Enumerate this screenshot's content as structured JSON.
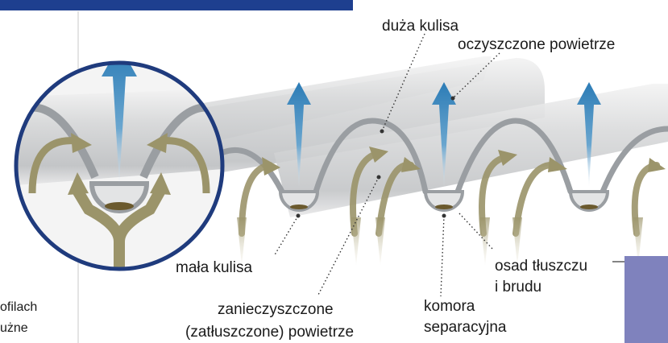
{
  "labels": {
    "duza_kulisa": "duża kulisa",
    "oczyszczone": "oczyszczone powietrze",
    "mala_kulisa": "mała kulisa",
    "zanieczyszczone_1": "zanieczyszczone",
    "zanieczyszczone_2": "(zatłuszczone) powietrze",
    "komora_1": "komora",
    "komora_2": "separacyjna",
    "osad_1": "osad tłuszczu",
    "osad_2": "i brudu",
    "left_text_1": "ofilach",
    "left_text_2": "użne"
  },
  "colors": {
    "header_bar": "#1e3f8f",
    "circle_border": "#1f3b7d",
    "pipe_gray": "#9a9ea2",
    "clean_air": "#2e7fb5",
    "dirty_air": "#9b946a",
    "sludge": "#6b5a2e",
    "corner_box": "#7f82bd"
  }
}
